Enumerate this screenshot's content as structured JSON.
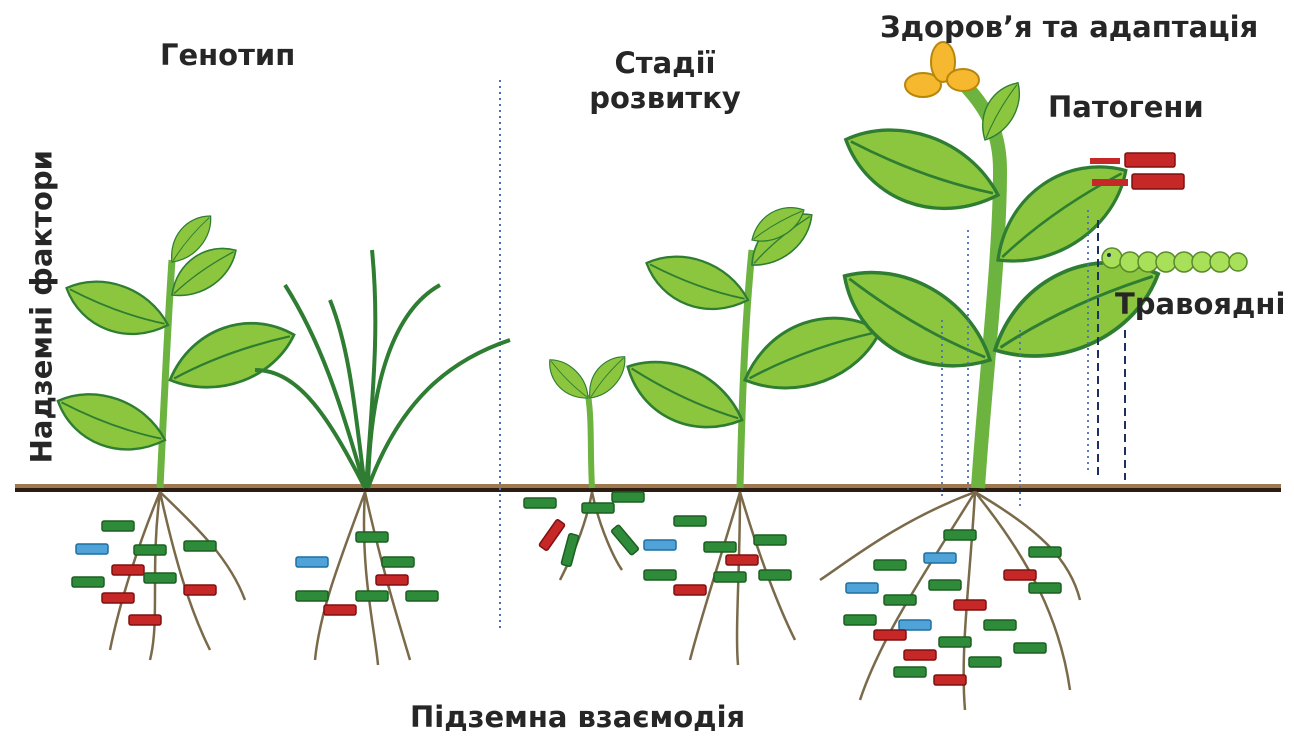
{
  "labels": {
    "genotype": "Генотип",
    "developmental_stages": "Стадії розвитку",
    "health_adaptation": "Здоров’я та адаптація",
    "pathogens": "Патогени",
    "herbivores": "Травоядні",
    "aboveground_factors": "Надземні фактори",
    "belowground_interaction": "Підземна взаємодія"
  },
  "colors": {
    "leaf": "#8cc63f",
    "leaf_edge": "#2e7d32",
    "stem": "#6db33f",
    "soil_line": "#2b1d12",
    "soil_line_top": "#a07850",
    "root": "#7a6a4a",
    "microbe_green": "#2e8b3a",
    "microbe_red": "#c62828",
    "microbe_blue": "#4fa3d9",
    "flower": "#f5b82e",
    "caterpillar": "#a8e05a",
    "divider": "#4a6fb5"
  },
  "icons": [
    "leaf-icon",
    "flower-icon",
    "caterpillar-icon",
    "microbe-rod-icon"
  ]
}
